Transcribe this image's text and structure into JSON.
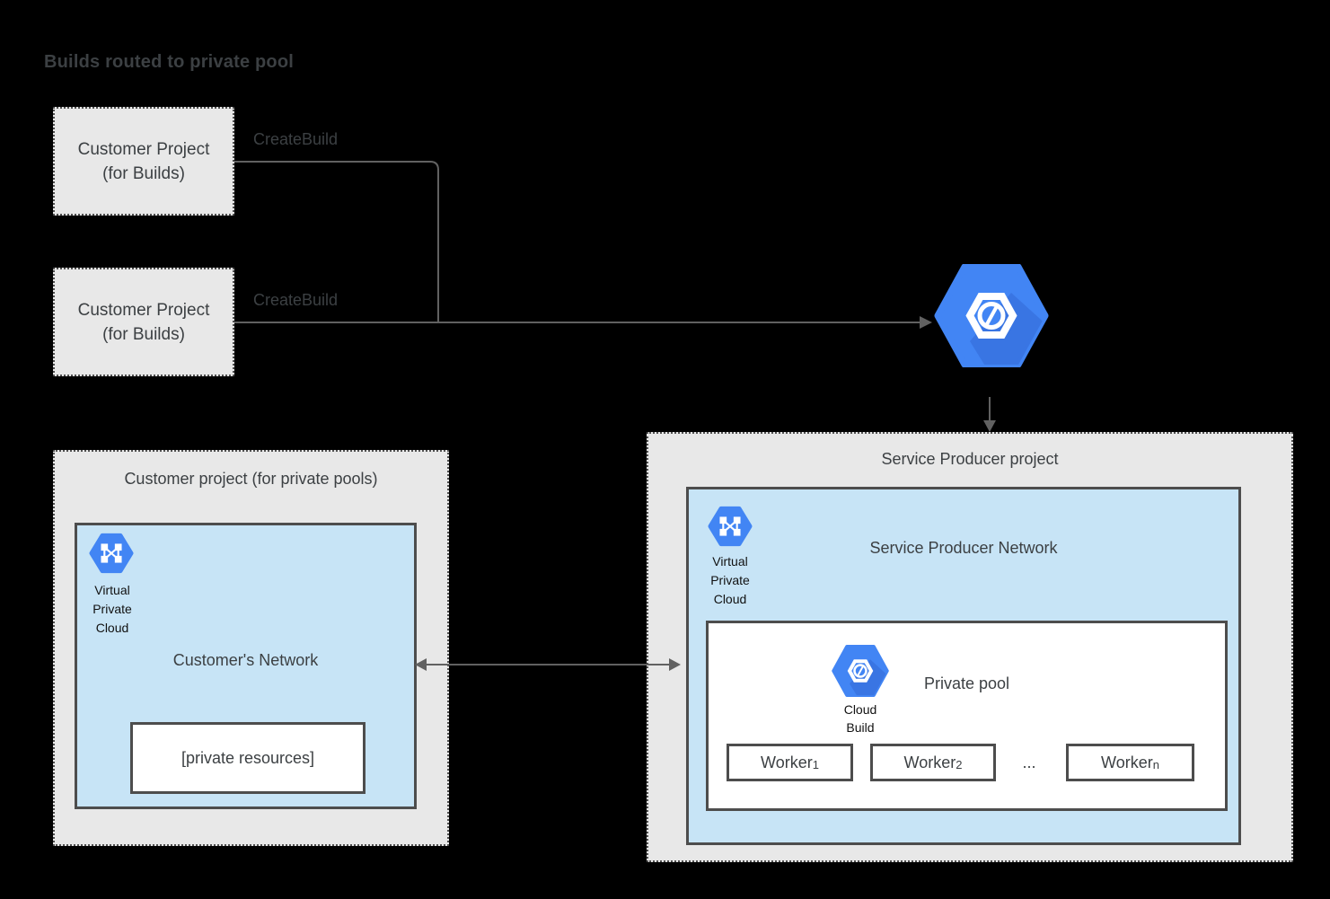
{
  "page_title": "Builds routed to private pool",
  "create_build_labels": [
    "CreateBuild",
    "CreateBuild"
  ],
  "customer_build_projects": [
    {
      "line1": "Customer Project",
      "line2": "(for Builds)"
    },
    {
      "line1": "Customer Project",
      "line2": "(for Builds)"
    }
  ],
  "cloud_build_router_icon": "cloud-build-icon",
  "customer_pool_project": {
    "title": "Customer project (for private pools)",
    "network": {
      "icon": "virtual-private-cloud-icon",
      "vpc_label_lines": [
        "Virtual",
        "Private",
        "Cloud"
      ],
      "label": "Customer's Network",
      "private_resources_label": "[private resources]"
    }
  },
  "service_producer_project": {
    "title": "Service Producer project",
    "network": {
      "icon": "virtual-private-cloud-icon",
      "vpc_label_lines": [
        "Virtual",
        "Private",
        "Cloud"
      ],
      "label": "Service Producer Network",
      "private_pool": {
        "icon": "cloud-build-icon",
        "cloud_build_label_lines": [
          "Cloud",
          "Build"
        ],
        "label": "Private pool",
        "workers": [
          {
            "base": "Worker",
            "sub": "1"
          },
          {
            "base": "Worker",
            "sub": "2"
          },
          {
            "base": "Worker",
            "sub": "n"
          }
        ],
        "ellipsis": "..."
      }
    }
  },
  "colors": {
    "background": "#000000",
    "project_container_fill": "#e8e8e8",
    "network_fill": "#c7e4f6",
    "box_border": "#4d4d4d",
    "connector": "#616161",
    "text": "#3c4043",
    "gcp_blue": "#4285f4",
    "gcp_blue_shadow": "#3367d6"
  }
}
